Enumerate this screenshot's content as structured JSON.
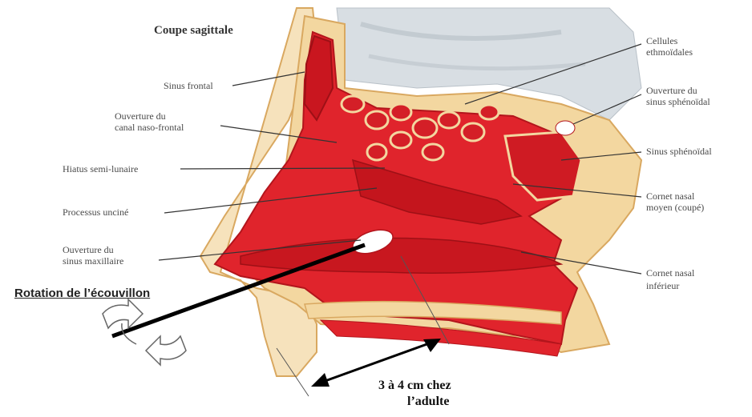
{
  "title": "Coupe sagittale",
  "labels_left": {
    "sinus_frontal": "Sinus frontal",
    "ouverture_canal_1": "Ouverture du",
    "ouverture_canal_2": "canal naso-frontal",
    "hiatus": "Hiatus semi-lunaire",
    "processus": "Processus unciné",
    "ouverture_sinus_max_1": "Ouverture du",
    "ouverture_sinus_max_2": "sinus maxillaire"
  },
  "labels_right": {
    "cellules_1": "Cellules",
    "cellules_2": "ethmoïdales",
    "ouverture_sph_1": "Ouverture du",
    "ouverture_sph_2": "sinus sphénoïdal",
    "sinus_sph": "Sinus sphénoïdal",
    "cornet_moyen_1": "Cornet nasal",
    "cornet_moyen_2": "moyen (coupé)",
    "cornet_inf_1": "Cornet nasal",
    "cornet_inf_2": "inférieur"
  },
  "annotation": {
    "rotation": "Rotation de l’écouvillon",
    "distance_1": "3  à 4 cm chez",
    "distance_2": "l’adulte"
  },
  "colors": {
    "mucosa": "#e0242c",
    "mucosa_dark": "#b3151c",
    "bone": "#f3d7a0",
    "bone_edge": "#d9a860",
    "skin": "#f6e2bc",
    "brain": "#d7dde2",
    "swab": "#000000"
  }
}
